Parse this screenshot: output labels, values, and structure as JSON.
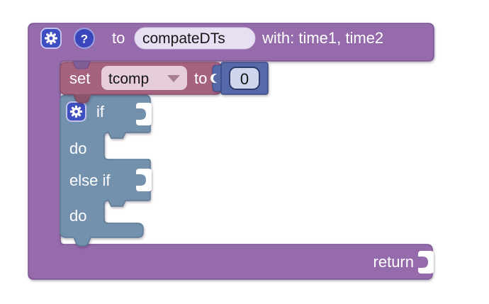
{
  "workspace": {
    "background": "#ffffff"
  },
  "function_block": {
    "type": "procedure-definition",
    "color": "#956BAC",
    "border_color": "#7A5494",
    "labels": {
      "to": "to",
      "params": "with: time1, time2",
      "return": "return"
    },
    "name_field": {
      "value": "compateDTs"
    },
    "help_glyph": "?"
  },
  "set_block": {
    "type": "set-variable",
    "color": "#A5637F",
    "border_color": "#8D4F6B",
    "labels": {
      "set": "set",
      "to": "to"
    },
    "variable_dropdown": {
      "value": "tcomp"
    },
    "value_block": {
      "type": "number",
      "color": "#5669A9",
      "border_color": "#3A4B82",
      "field_color": "#CED5EC",
      "value": "0"
    }
  },
  "if_block": {
    "type": "if-elseif",
    "color": "#7390AD",
    "border_color": "#5C7B97",
    "labels": {
      "if": "if",
      "do1": "do",
      "else_if": "else if",
      "do2": "do"
    }
  },
  "icons": {
    "gear_icon": "gear",
    "question_icon": "?",
    "dropdown_arrow_icon": "triangle-down"
  },
  "button_colors": {
    "gear_button": "#3D4EC0",
    "help_button": "#3C46BC"
  }
}
